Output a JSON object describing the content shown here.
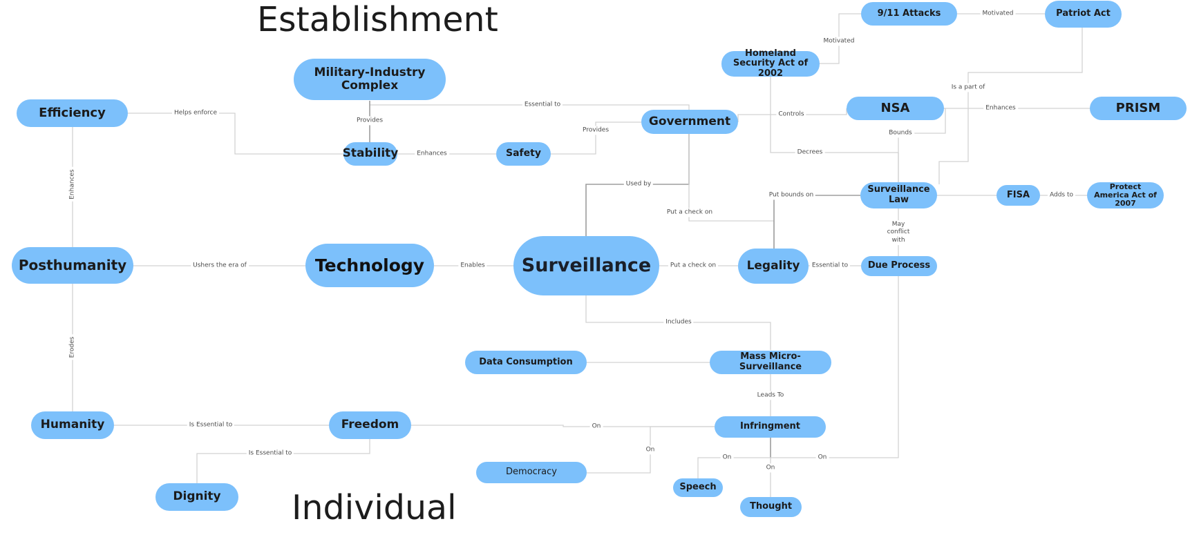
{
  "headings": {
    "top": "Establishment",
    "bottom": "Individual"
  },
  "colors": {
    "node_fill": "#7cc0fb",
    "edge": "#d2d2d2",
    "edge_dark": "#9d9d9d",
    "text": "#1b1b1b"
  },
  "nodes": {
    "establishment_heading": "Establishment",
    "military_industry_complex": "Military-Industry Complex",
    "efficiency": "Efficiency",
    "stability": "Stability",
    "safety": "Safety",
    "government": "Government",
    "homeland_security_act": "Homeland Security Act of 2002",
    "attacks_911": "9/11 Attacks",
    "patriot_act": "Patriot Act",
    "nsa": "NSA",
    "prism": "PRISM",
    "surveillance_law": "Surveillance Law",
    "fisa": "FISA",
    "protect_america_act": "Protect America Act of 2007",
    "posthumanity": "Posthumanity",
    "technology": "Technology",
    "surveillance": "Surveillance",
    "legality": "Legality",
    "due_process": "Due Process",
    "data_consumption": "Data Consumption",
    "mass_micro_surveillance": "Mass Micro-Surveillance",
    "humanity": "Humanity",
    "freedom": "Freedom",
    "infringment": "Infringment",
    "democracy": "Democracy",
    "speech": "Speech",
    "thought": "Thought",
    "dignity": "Dignity"
  },
  "edge_labels": {
    "helps_enforce": "Helps enforce",
    "essential_to_gov": "Essential to",
    "provides_mic": "Provides",
    "enhances_stability": "Enhances",
    "provides_safety": "Provides",
    "controls": "Controls",
    "motivated_hsa": "Motivated",
    "motivated_patriot": "Motivated",
    "is_a_part_of": "Is a part of",
    "enhances_prism": "Enhances",
    "bounds": "Bounds",
    "decrees": "Decrees",
    "used_by": "Used by",
    "put_bounds_on": "Put bounds on",
    "adds_to": "Adds to",
    "put_a_check_on_gov": "Put a check on",
    "may_conflict_with": "May conflict with",
    "enhances_posthumanity": "Enhances",
    "ushers_the_era_of": "Ushers the era of",
    "enables": "Enables",
    "put_a_check_on_surv": "Put a check on",
    "essential_to_dp": "Essential to",
    "includes": "Includes",
    "erodes": "Erodes",
    "leads_to": "Leads To",
    "is_essential_to_humanity": "Is Essential to",
    "on_freedom": "On",
    "is_essential_to_dignity": "Is Essential to",
    "on_democracy": "On",
    "on_speech": "On",
    "on_due_process": "On",
    "on_thought": "On"
  }
}
